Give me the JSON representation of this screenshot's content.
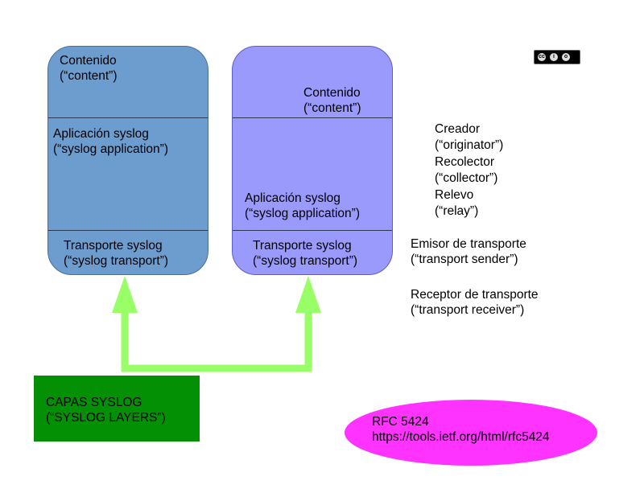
{
  "left_stack": {
    "content": "Contenido\n(“content”)",
    "application": "Aplicación syslog\n(“syslog application”)",
    "transport": "Transporte syslog\n(“syslog transport”)"
  },
  "right_stack": {
    "content": "Contenido\n(“content”)",
    "application": "Aplicación syslog\n(“syslog application”)",
    "transport": "Transporte syslog\n(“syslog transport”)"
  },
  "roles": {
    "application_roles": "Creador\n(“originator”)\nRecolector\n(“collector”)\nRelevo\n(“relay”)",
    "transport_sender": "Emisor de transporte\n(“transport sender”)",
    "transport_receiver": "Receptor de transporte\n(“transport receiver”)"
  },
  "layers_box": {
    "label": "CAPAS SYSLOG\n(“SYSLOG LAYERS”)"
  },
  "rfc": {
    "label": "RFC 5424\nhttps://tools.ietf.org/html/rfc5424"
  },
  "license_badge": {
    "icon": "creative-commons-by-sa-icon"
  },
  "colors": {
    "left_stack": "#6d9ccf",
    "right_stack": "#9a99fc",
    "arrow": "#99ff66",
    "layers_box": "#049004",
    "rfc_ellipse": "#ff33ff"
  }
}
